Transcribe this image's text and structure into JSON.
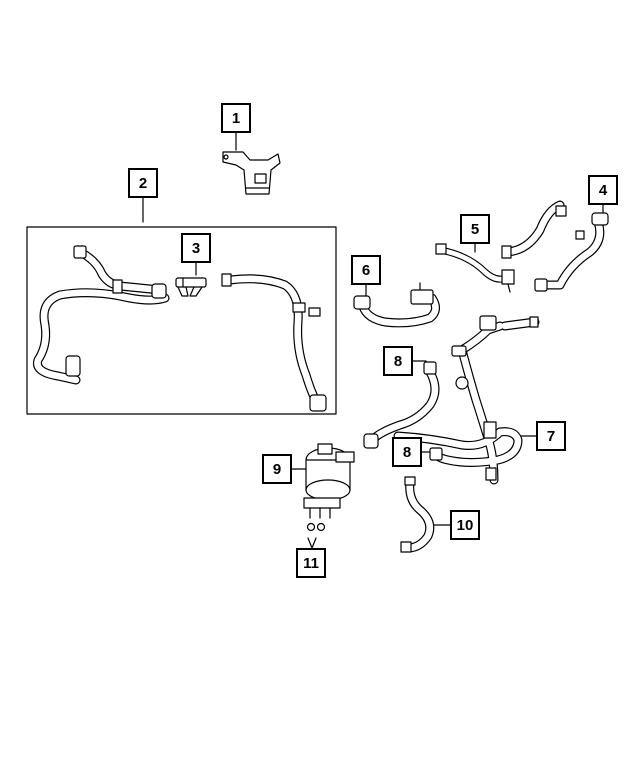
{
  "callouts": {
    "c1": "1",
    "c2": "2",
    "c3": "3",
    "c4": "4",
    "c5": "5",
    "c6": "6",
    "c7": "7",
    "c8a": "8",
    "c8b": "8",
    "c9": "9",
    "c10": "10",
    "c11": "11"
  },
  "colors": {
    "line": "#000000",
    "hose_fill": "#ffffff",
    "background": "#ffffff"
  }
}
